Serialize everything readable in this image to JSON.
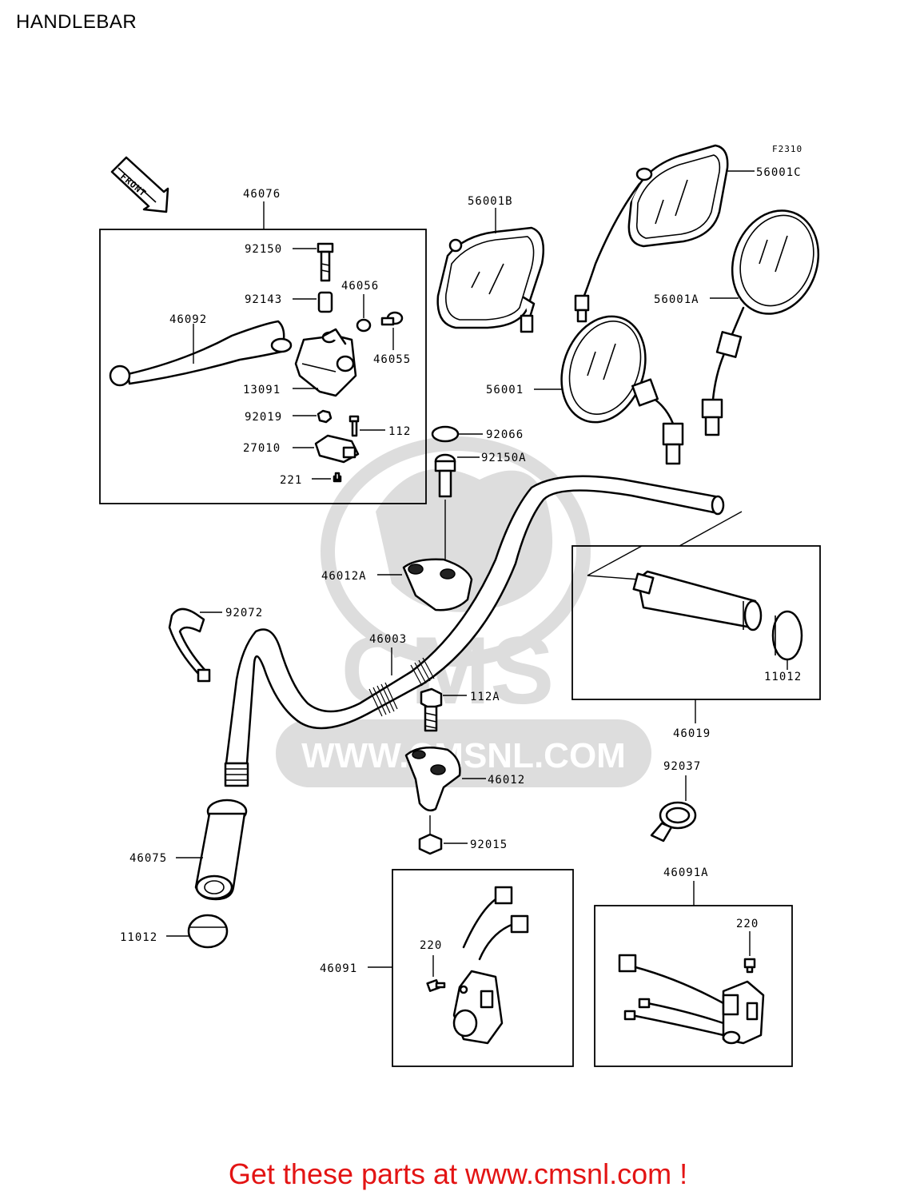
{
  "title": "HANDLEBAR",
  "figure_code": "F2310",
  "front_arrow_label": "FRONT",
  "watermark": {
    "brand": "CMS",
    "url": "WWW.CMSNL.COM"
  },
  "part_labels": {
    "p46076": "46076",
    "p92150": "92150",
    "p92143": "92143",
    "p46056": "46056",
    "p46092": "46092",
    "p46055": "46055",
    "p13091": "13091",
    "p92019": "92019",
    "p112": "112",
    "p27010": "27010",
    "p221": "221",
    "p56001b": "56001B",
    "p56001c": "56001C",
    "p56001a": "56001A",
    "p56001": "56001",
    "p92066": "92066",
    "p92150a": "92150A",
    "p46012a": "46012A",
    "p92072": "92072",
    "p46003": "46003",
    "p112a": "112A",
    "p46012": "46012",
    "p92015": "92015",
    "p11012_right": "11012",
    "p46019": "46019",
    "p92037": "92037",
    "p46075": "46075",
    "p11012_left": "11012",
    "p46091": "46091",
    "p220_left": "220",
    "p46091a": "46091A",
    "p220_right": "220"
  },
  "footer_link": "Get these parts at www.cmsnl.com !"
}
